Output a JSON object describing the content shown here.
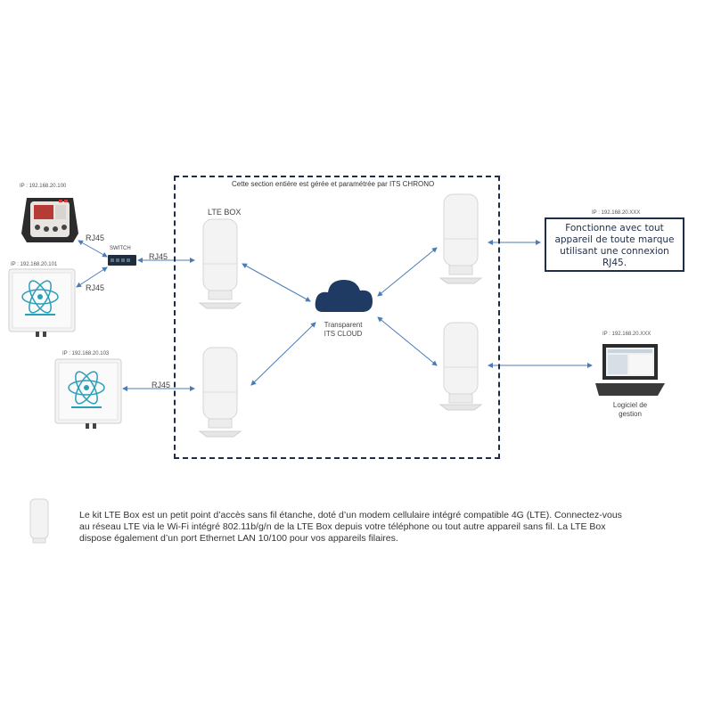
{
  "section_title": "Cette section entière est gérée et paramétrée par ITS CHRONO",
  "lte_box_label": "LTE BOX",
  "cloud_label": [
    "Transparent",
    "ITS CLOUD"
  ],
  "switch_label": "SWITCH",
  "rj45": [
    "RJ45",
    "RJ45",
    "RJ45",
    "RJ45"
  ],
  "devices": {
    "top_left_ip": "IP : 192.168.20.100",
    "mid_left_ip": "IP : 192.168.20.101",
    "bottom_left_ip": "IP : 192.168.20.103",
    "right_top_ip": "IP : 192.168.20.XXX",
    "right_bottom_ip": "IP : 192.168.20.XXX"
  },
  "callout_lines": [
    "Fonctionne avec tout",
    "appareil de toute marque",
    "utilisant une connexion",
    "RJ45."
  ],
  "laptop_label": [
    "Logiciel de",
    "gestion"
  ],
  "description_lines": [
    "Le kit LTE Box est un petit point d’accès sans fil étanche, doté d’un modem cellulaire intégré compatible 4G (LTE). Connectez-vous",
    "au réseau LTE via le Wi-Fi intégré 802.11b/g/n de la LTE Box depuis votre téléphone ou tout autre appareil sans fil. La LTE Box",
    "dispose également d’un port Ethernet LAN 10/100 pour vos appareils filaires."
  ],
  "colors": {
    "frame": "#1e2e4a",
    "arrow": "#4a7db8",
    "cloud": "#1f3a63",
    "atom": "#2a9fb8"
  }
}
